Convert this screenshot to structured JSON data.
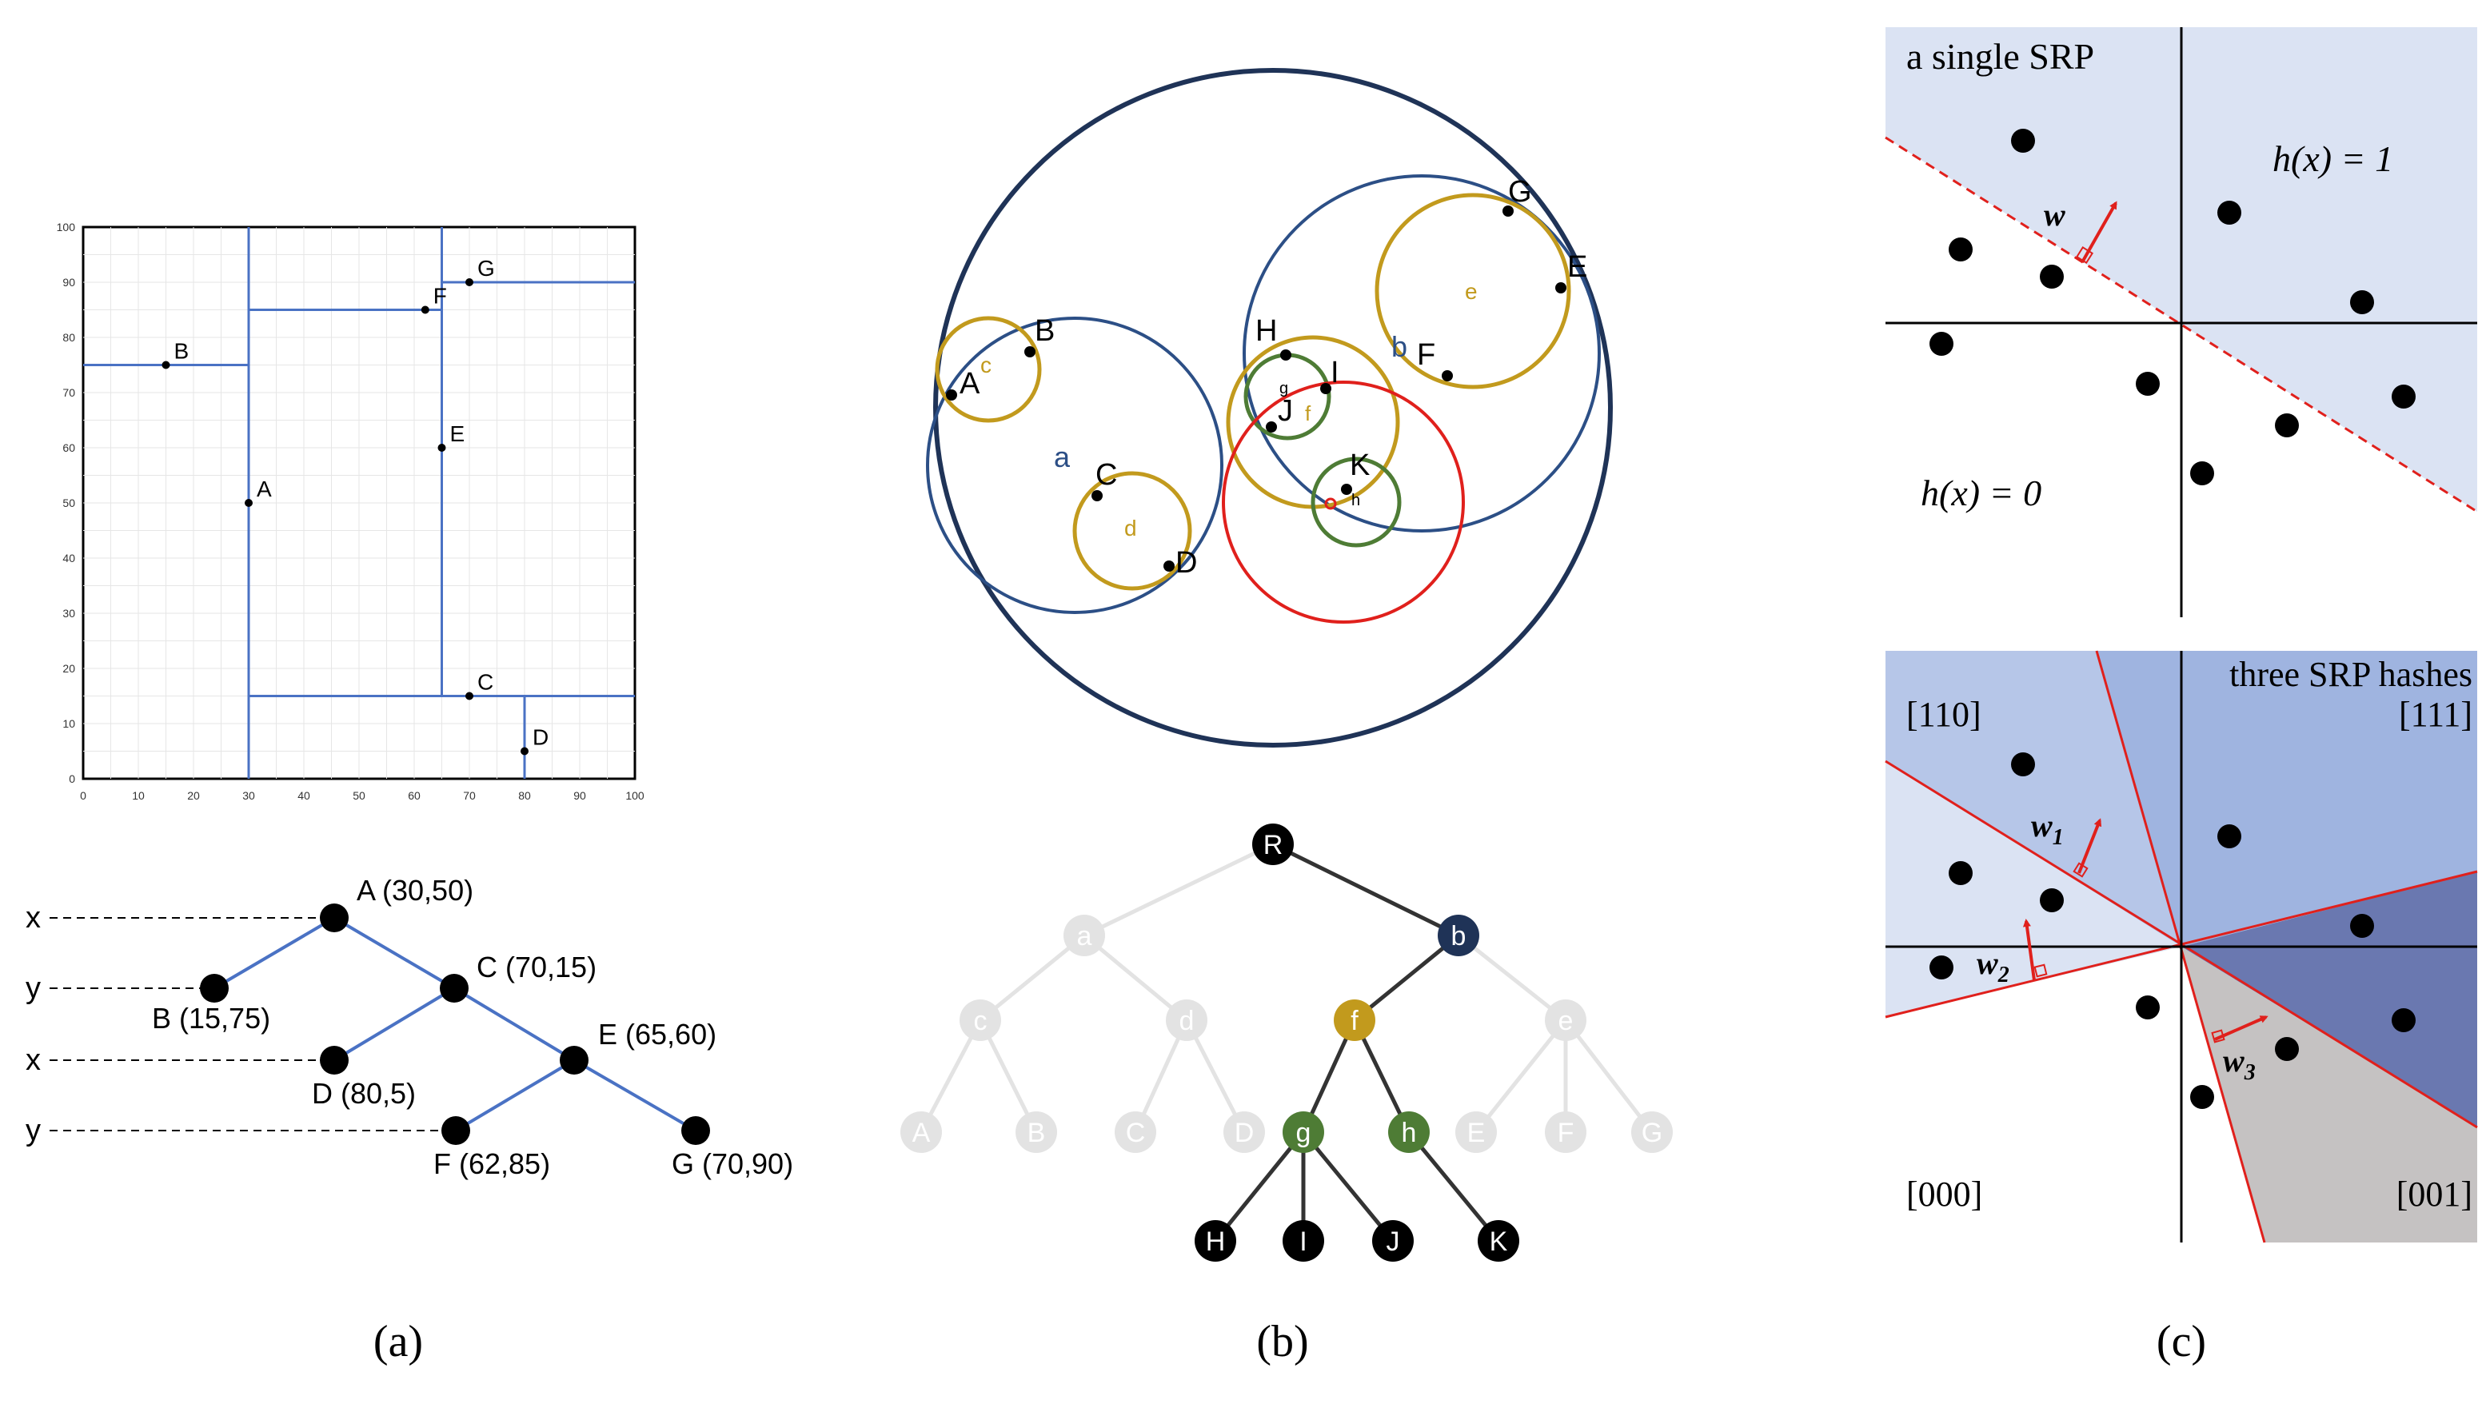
{
  "colors": {
    "blue_line": "#4a72c4",
    "navy": "#1f3357",
    "ring_blue": "#2c4f86",
    "gold": "#c29a1d",
    "green": "#4e7c35",
    "red": "#e0201c",
    "light_blue": "#dbe3f3",
    "mid_blue": "#9fb4e0",
    "dark_blue": "#6a78b0",
    "gray_region": "#c5c2c2",
    "faded": "#e3e3e3"
  },
  "captions": {
    "a": "(a)",
    "b": "(b)",
    "c": "(c)"
  },
  "panel_a": {
    "kd_plot": {
      "x_ticks": [
        "0",
        "10",
        "20",
        "30",
        "40",
        "50",
        "60",
        "70",
        "80",
        "90",
        "100"
      ],
      "y_ticks": [
        "0",
        "10",
        "20",
        "30",
        "40",
        "50",
        "60",
        "70",
        "80",
        "90",
        "100"
      ],
      "points": [
        {
          "label": "A",
          "x": 30,
          "y": 50
        },
        {
          "label": "B",
          "x": 15,
          "y": 75
        },
        {
          "label": "C",
          "x": 70,
          "y": 15
        },
        {
          "label": "D",
          "x": 80,
          "y": 5
        },
        {
          "label": "E",
          "x": 65,
          "y": 60
        },
        {
          "label": "F",
          "x": 62,
          "y": 85
        },
        {
          "label": "G",
          "x": 70,
          "y": 90
        }
      ],
      "splits": [
        {
          "axis": "x",
          "at": 30,
          "from": 0,
          "to": 100
        },
        {
          "axis": "y",
          "at": 75,
          "from": 0,
          "to": 30
        },
        {
          "axis": "y",
          "at": 15,
          "from": 30,
          "to": 100
        },
        {
          "axis": "x",
          "at": 65,
          "from": 15,
          "to": 100
        },
        {
          "axis": "y",
          "at": 85,
          "from": 30,
          "to": 65
        },
        {
          "axis": "y",
          "at": 90,
          "from": 65,
          "to": 100
        },
        {
          "axis": "x",
          "at": 80,
          "from": 0,
          "to": 15
        }
      ]
    },
    "tree": {
      "levels": [
        "x",
        "y",
        "x",
        "y"
      ],
      "nodes": {
        "A": "A (30,50)",
        "B": "B (15,75)",
        "C": "C (70,15)",
        "D": "D (80,5)",
        "E": "E (65,60)",
        "F": "F (62,85)",
        "G": "G (70,90)"
      }
    }
  },
  "panel_b": {
    "points": {
      "A": "A",
      "B": "B",
      "C": "C",
      "D": "D",
      "E": "E",
      "F": "F",
      "G": "G",
      "H": "H",
      "I": "I",
      "J": "J",
      "K": "K"
    },
    "ball_labels": {
      "a": "a",
      "b": "b",
      "c": "c",
      "d": "d",
      "e": "e",
      "f": "f",
      "g": "g",
      "h": "h"
    },
    "tree_nodes": {
      "R": "R",
      "a": "a",
      "b": "b",
      "c": "c",
      "d": "d",
      "e": "e",
      "f": "f",
      "g": "g",
      "h": "h",
      "A": "A",
      "B": "B",
      "C": "C",
      "D": "D",
      "E": "E",
      "F": "F",
      "G": "G",
      "H": "H",
      "I": "I",
      "J": "J",
      "K": "K"
    }
  },
  "panel_c": {
    "top": {
      "title": "a single SRP",
      "h1": "h(x) = 1",
      "h0": "h(x) = 0",
      "w": "w"
    },
    "bottom": {
      "title": "three SRP hashes",
      "code_110": "[110]",
      "code_111": "[111]",
      "code_000": "[000]",
      "code_001": "[001]",
      "w1": "w",
      "w1_sub": "1",
      "w2": "w",
      "w2_sub": "2",
      "w3": "w",
      "w3_sub": "3"
    }
  }
}
